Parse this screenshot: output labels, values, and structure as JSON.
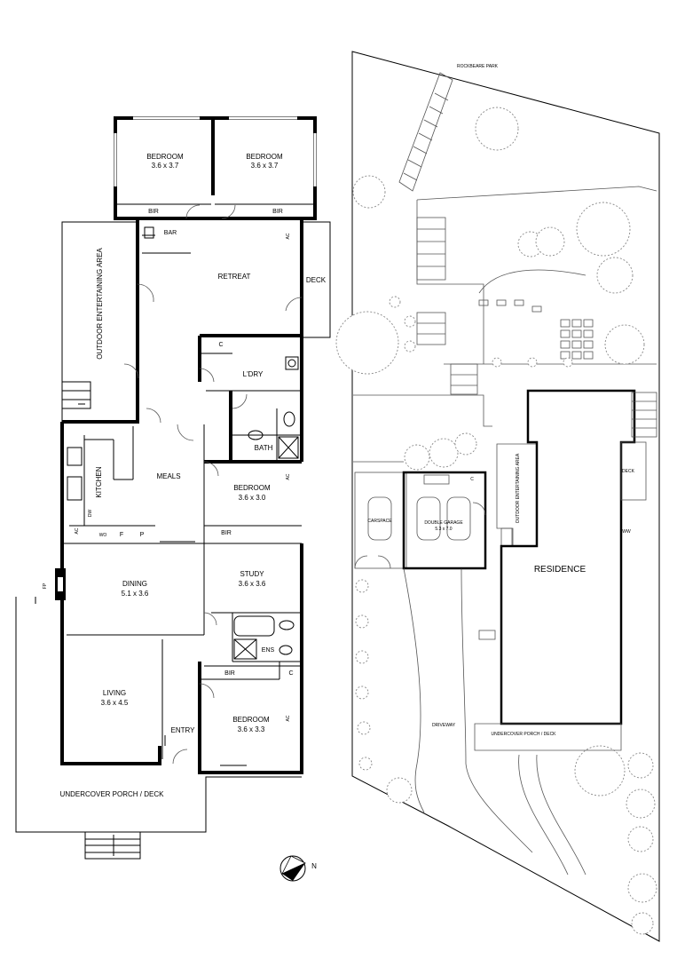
{
  "rooms": {
    "bedroom1_name": "BEDROOM",
    "bedroom1_size": "3.6 x 3.7",
    "bedroom2_name": "BEDROOM",
    "bedroom2_size": "3.6 x 3.7",
    "bir": "BIR",
    "bar": "BAR",
    "ac": "AC",
    "retreat": "RETREAT",
    "deck": "DECK",
    "outdoor_area": "OUTDOOR ENTERTAINING AREA",
    "c": "C",
    "laundry": "L'DRY",
    "bath": "BATH",
    "kitchen": "KITCHEN",
    "meals": "MEALS",
    "bedroom3_name": "BEDROOM",
    "bedroom3_size": "3.6 x 3.0",
    "dw": "DW",
    "wo": "WO",
    "f": "F",
    "p": "P",
    "dining_name": "DINING",
    "dining_size": "5.1 x 3.6",
    "fp": "FP",
    "study_name": "STUDY",
    "study_size": "3.6 x 3.6",
    "ens": "ENS",
    "living_name": "LIVING",
    "living_size": "3.6 x 4.5",
    "entry": "ENTRY",
    "bedroom4_name": "BEDROOM",
    "bedroom4_size": "3.6 x 3.3",
    "porch": "UNDERCOVER PORCH / DECK"
  },
  "site": {
    "park": "ROCKBEARE PARK",
    "carspace": "CARSPACE",
    "garage_name": "DOUBLE GARAGE",
    "garage_size": "5.3 x 7.0",
    "outdoor_area": "OUTDOOR ENTERTAINING AREA",
    "deck": "DECK",
    "residence": "RESIDENCE",
    "driveway": "DRIVEWAY",
    "porch": "UNDERCOVER PORCH / DECK",
    "c": "C",
    "ww": "WW"
  },
  "compass": {
    "north": "N"
  }
}
